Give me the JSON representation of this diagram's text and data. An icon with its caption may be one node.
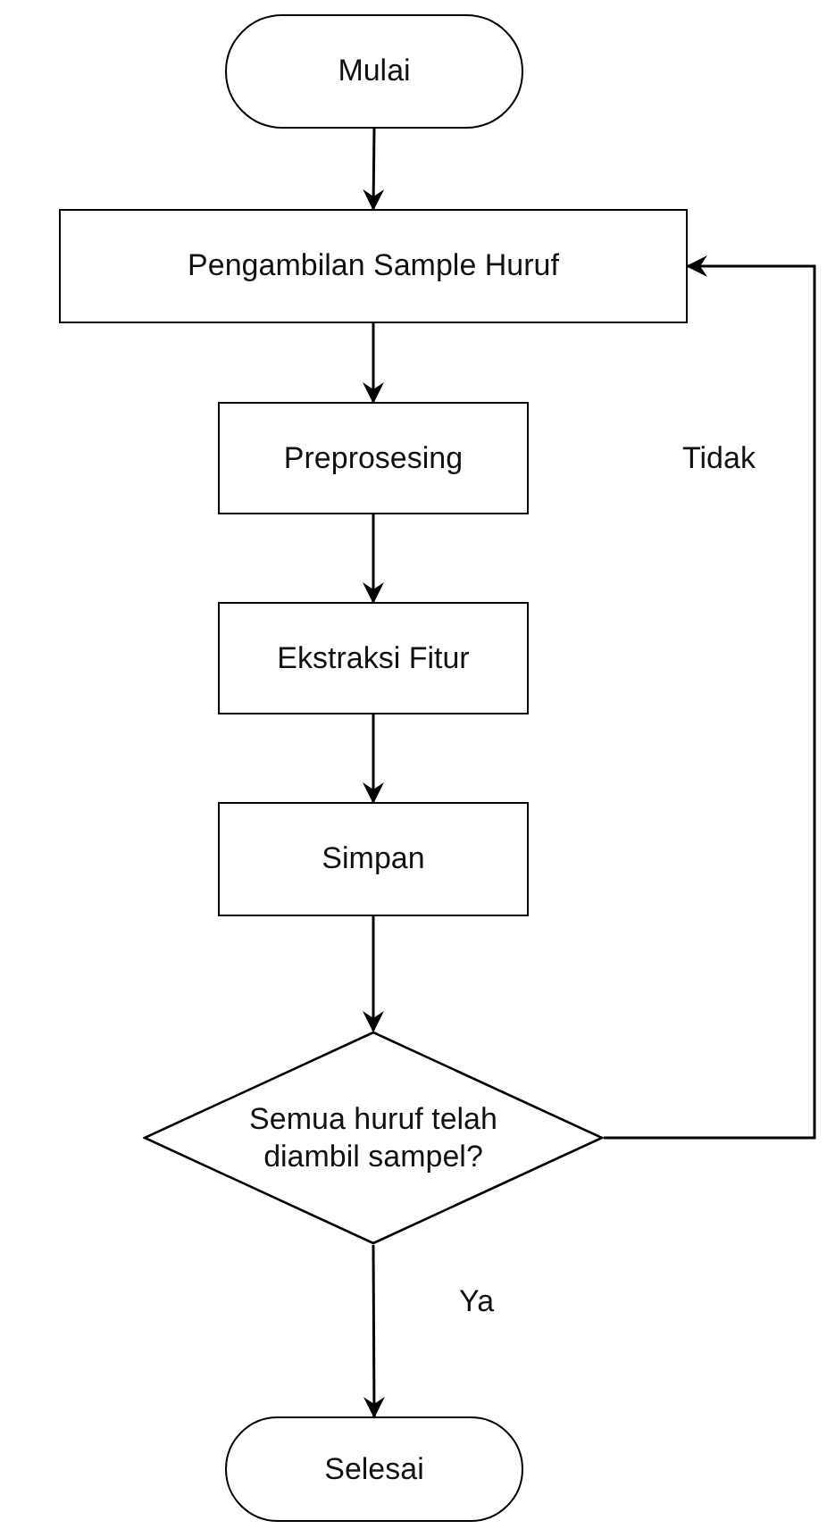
{
  "diagram": {
    "nodes": [
      {
        "text": [
          "Mulai"
        ]
      },
      {
        "text": [
          "Pengambilan Sample Huruf"
        ]
      },
      {
        "text": [
          "Preprosesing"
        ]
      },
      {
        "text": [
          "Ekstraksi Fitur"
        ]
      },
      {
        "text": [
          "Simpan"
        ]
      },
      {
        "text": [
          "Semua huruf telah diambil sampel?"
        ]
      },
      {
        "text": [
          "Selesai"
        ]
      }
    ],
    "edges": [
      {
        "from": 0,
        "to": 1,
        "arrow": "to"
      },
      {
        "from": 1,
        "to": 2,
        "arrow": "to"
      },
      {
        "from": 2,
        "to": 3,
        "arrow": "to"
      },
      {
        "from": 3,
        "to": 4,
        "arrow": "to"
      },
      {
        "from": 4,
        "to": 5,
        "arrow": "to"
      },
      {
        "from": 5,
        "to": 6,
        "arrow": "to",
        "label": "Ya"
      },
      {
        "from": 5,
        "to": 1,
        "arrow": "to",
        "label": "Tidak"
      }
    ]
  }
}
